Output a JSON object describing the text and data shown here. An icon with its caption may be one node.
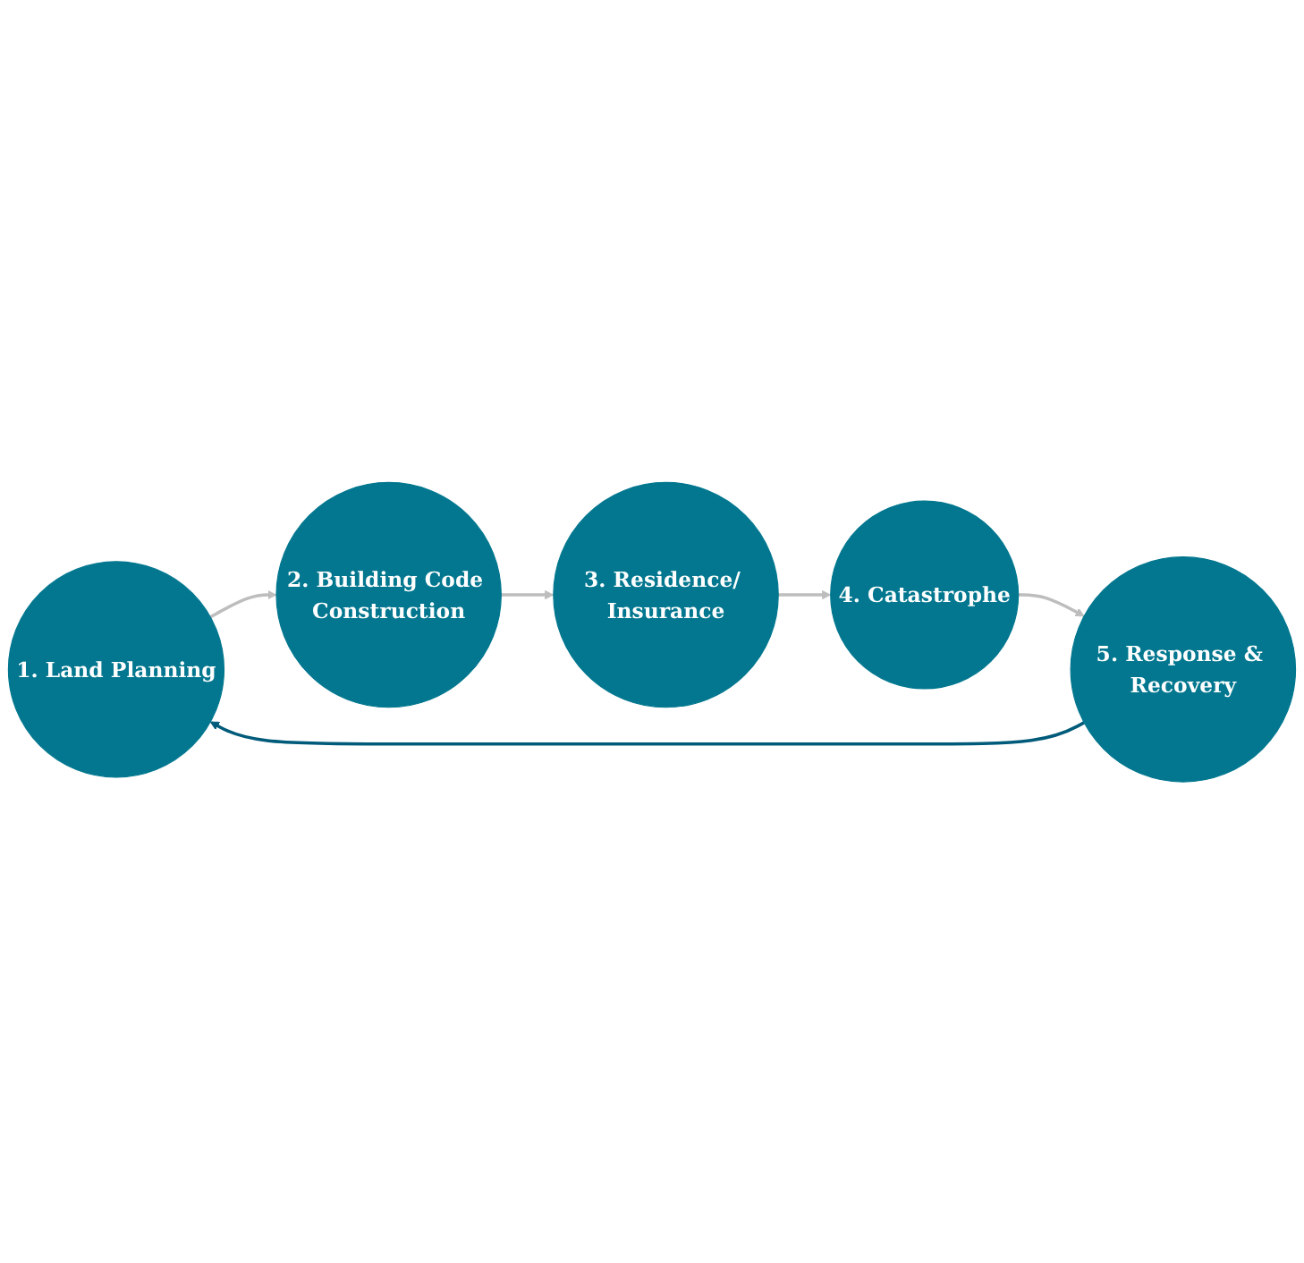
{
  "diagram": {
    "nodes": [
      {
        "text": [
          "1. Land Planning"
        ]
      },
      {
        "text": [
          "2. Building Code Construction"
        ]
      },
      {
        "text": [
          "3. Residence/ Insurance"
        ]
      },
      {
        "text": [
          "4. Catastrophe"
        ]
      },
      {
        "text": [
          "5. Response & Recovery"
        ]
      }
    ],
    "edges": [
      {
        "from": 0,
        "to": 1,
        "arrow": "to"
      },
      {
        "from": 1,
        "to": 2,
        "arrow": "to"
      },
      {
        "from": 2,
        "to": 3,
        "arrow": "to"
      },
      {
        "from": 3,
        "to": 4,
        "arrow": "to"
      },
      {
        "from": 4,
        "to": 0,
        "arrow": "to",
        "color": "#005a7a"
      }
    ]
  }
}
